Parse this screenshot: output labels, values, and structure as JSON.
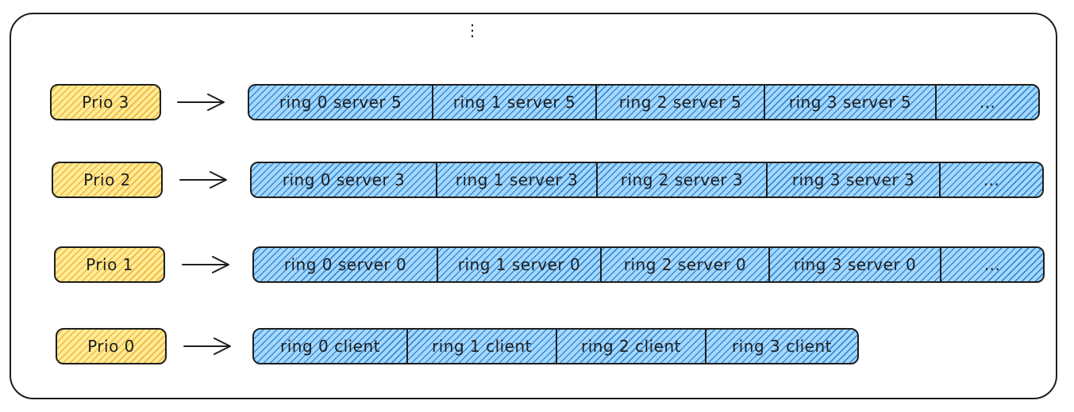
{
  "diagram": {
    "top_ellipsis": "⋮",
    "rows": [
      {
        "prio": "Prio 3",
        "cells": [
          "ring 0 server 5",
          "ring 1 server 5",
          "ring 2 server 5",
          "ring 3 server 5",
          "..."
        ]
      },
      {
        "prio": "Prio 2",
        "cells": [
          "ring 0 server 3",
          "ring 1 server 3",
          "ring 2 server 3",
          "ring 3 server 3",
          "..."
        ]
      },
      {
        "prio": "Prio 1",
        "cells": [
          "ring 0 server 0",
          "ring 1 server 0",
          "ring 2 server 0",
          "ring 3 server 0",
          "..."
        ]
      },
      {
        "prio": "Prio 0",
        "cells": [
          "ring 0 client",
          "ring 1 client",
          "ring 2 client",
          "ring 3 client"
        ]
      }
    ],
    "colors": {
      "prio_fill": "#ffec99",
      "prio_hatch": "#f0ac28",
      "queue_fill": "#a5d8ff",
      "queue_hatch": "#1971c2",
      "stroke": "#1e1e1e"
    }
  }
}
